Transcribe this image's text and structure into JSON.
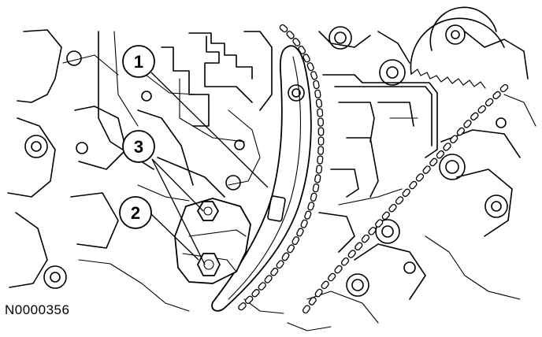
{
  "figure_id": "N0000356",
  "callouts": [
    {
      "label": "1"
    },
    {
      "label": "3"
    },
    {
      "label": "2"
    }
  ]
}
